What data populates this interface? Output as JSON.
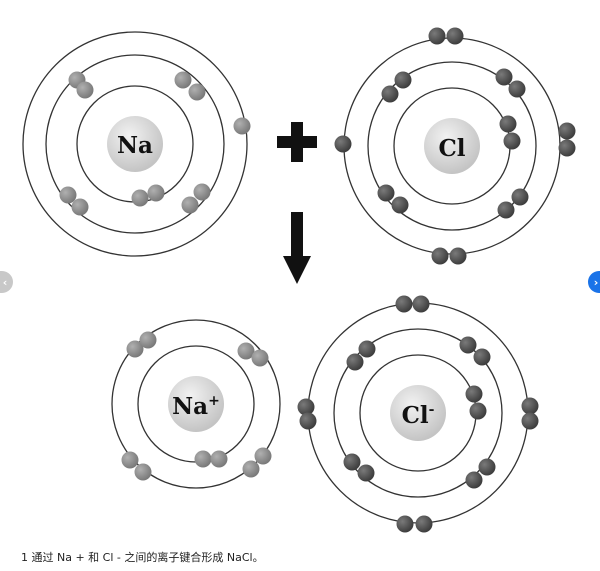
{
  "atoms": [
    {
      "id": "na",
      "label": "Na",
      "charge": ""
    },
    {
      "id": "cl",
      "label": "Cl",
      "charge": ""
    },
    {
      "id": "na-ion",
      "label": "Na",
      "charge": "+"
    },
    {
      "id": "cl-ion",
      "label": "Cl",
      "charge": "-"
    }
  ],
  "caption": "1 通过 Na + 和 Cl - 之间的离子键合形成 NaCl。",
  "nav": {
    "prev": "‹",
    "next": "›"
  },
  "colors": {
    "orbit": "#333333",
    "electron_light": "#8a8a8a",
    "electron_dark": "#5a5a5a",
    "nucleus": "#d0d0d0",
    "symbol": "#111111",
    "nav_next": "#1a73e8"
  }
}
